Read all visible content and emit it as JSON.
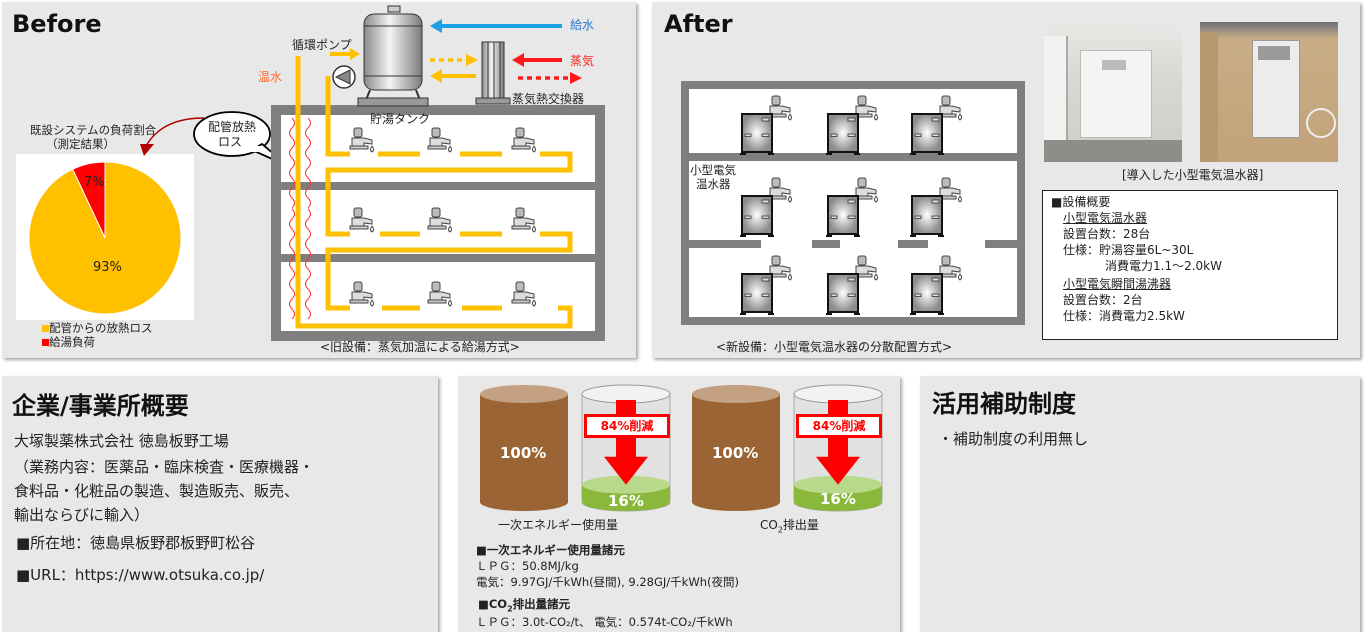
{
  "before": {
    "title": "Before",
    "labels": {
      "pump": "循環ポンプ",
      "hot_water": "温水",
      "supply_water": "給水",
      "steam": "蒸気",
      "heat_exchanger": "蒸気熱交換器",
      "storage_tank": "貯湯タンク",
      "pipe_loss_bubble_line1": "配管放熱",
      "pipe_loss_bubble_line2": "ロス"
    },
    "caption": "<旧設備：蒸気加温による給湯方式>",
    "colors": {
      "hot_pipe": "#ffc000",
      "supply_arrow": "#1ea0e6",
      "steam_arrow": "#ff1a1a",
      "building": "#7f7f7f"
    }
  },
  "chart_data": {
    "type": "pie",
    "title": "既設システムの負荷割合",
    "subtitle": "（測定結果）",
    "categories": [
      "配管からの放熱ロス",
      "給湯負荷"
    ],
    "values": [
      93,
      7
    ],
    "data_labels": [
      "93%",
      "7%"
    ],
    "colors": [
      "#ffc000",
      "#ff0000"
    ],
    "legend": "bottom-left"
  },
  "after": {
    "title": "After",
    "heater_label_line1": "小型電気",
    "heater_label_line2": "温水器",
    "caption": "<新設備：小型電気温水器の分散配置方式>",
    "photo_caption": "[導入した小型電気温水器]",
    "spec": {
      "heading": "■設備概要",
      "item1_name": "小型電気温水器",
      "item1_count": "設置台数：28台",
      "item1_spec1": "仕様：貯湯容量6L~30L",
      "item1_spec2": "消費電力1.1～2.0kW",
      "item2_name": "小型電気瞬間湯沸器",
      "item2_count": "設置台数：2台",
      "item2_spec": "仕様：消費電力2.5kW"
    }
  },
  "company": {
    "title": "企業/事業所概要",
    "name": "大塚製薬株式会社 徳島板野工場",
    "business_line1": "（業務内容：医薬品・臨床検査・医療機器・",
    "business_line2": "食料品・化粧品の製造、製造販売、販売、",
    "business_line3": "輸出ならびに輸入）",
    "address": "■所在地：徳島県板野郡板野町松谷",
    "url": "■URL：https://www.otsuka.co.jp/"
  },
  "results": {
    "energy": {
      "before_label": "100%",
      "after_label": "16%",
      "reduction": "84%削減",
      "caption": "一次エネルギー使用量",
      "before_pct": 100,
      "after_pct": 16
    },
    "co2": {
      "before_label": "100%",
      "after_label": "16%",
      "reduction": "84%削減",
      "caption_main": "CO",
      "caption_sub": "2",
      "caption_rest": "排出量",
      "before_pct": 100,
      "after_pct": 16
    },
    "energy_basis_heading": "■一次エネルギー使用量諸元",
    "energy_basis_lpg": "ＬＰＧ：50.8MJ/kg",
    "energy_basis_elec": "電気：9.97GJ/千kWh(昼間), 9.28GJ/千kWh(夜間)",
    "co2_basis_heading_pre": "■CO",
    "co2_basis_heading_sub": "2",
    "co2_basis_heading_post": "排出量諸元",
    "co2_basis_line": "ＬＰＧ：3.0t-CO₂/t、 電気：0.574t-CO₂/千kWh"
  },
  "subsidy": {
    "title": "活用補助制度",
    "item": "・補助制度の利用無し"
  }
}
